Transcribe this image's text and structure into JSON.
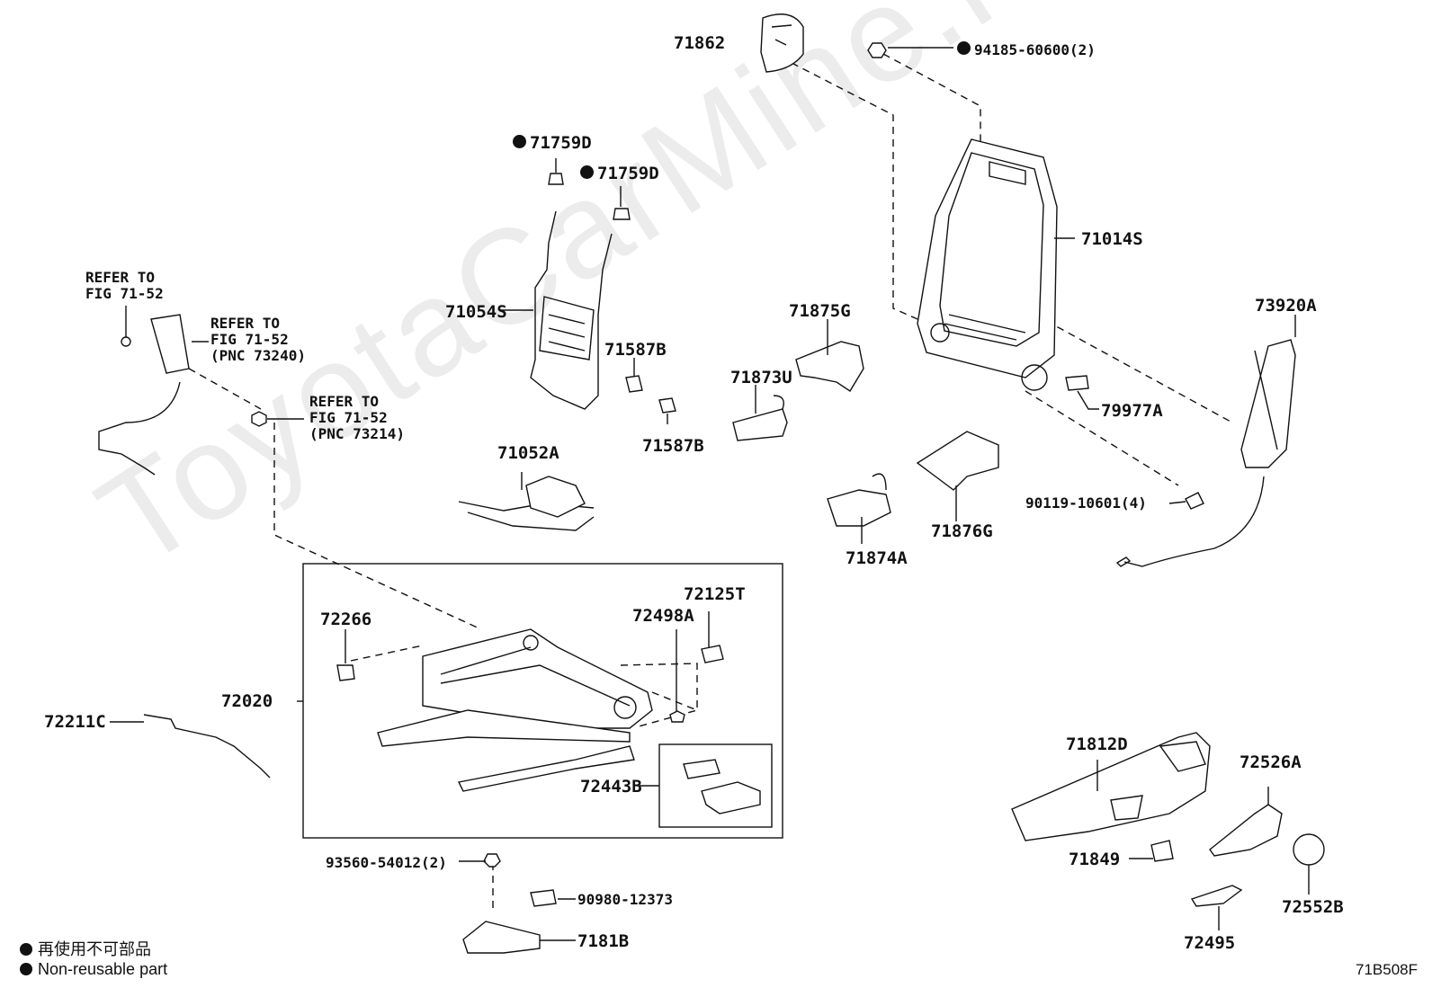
{
  "watermark": "ToyotaCarMine.ru",
  "figure_code": "71B508F",
  "legend": {
    "jp": "再使用不可部品",
    "en": "Non-reusable part"
  },
  "notes": {
    "refer_1": "REFER TO\nFIG 71-52",
    "refer_2": "REFER TO\nFIG 71-52\n(PNC 73240)",
    "refer_3": "REFER TO\nFIG 71-52\n(PNC 73214)"
  },
  "parts": {
    "p71862": "71862",
    "p94185": "94185-60600(2)",
    "p71759d_1": "71759D",
    "p71759d_2": "71759D",
    "p71014s": "71014S",
    "p71054s": "71054S",
    "p71587b_1": "71587B",
    "p71587b_2": "71587B",
    "p71875g": "71875G",
    "p71873u": "71873U",
    "p73920a": "73920A",
    "p79977a": "79977A",
    "p71052a": "71052A",
    "p90119": "90119-10601(4)",
    "p71876g": "71876G",
    "p71874a": "71874A",
    "p72125t": "72125T",
    "p72498a": "72498A",
    "p72266": "72266",
    "p72020": "72020",
    "p72211c": "72211C",
    "p72443b": "72443B",
    "p71812d": "71812D",
    "p72526a": "72526A",
    "p71849": "71849",
    "p72552b": "72552B",
    "p72495": "72495",
    "p93560": "93560-54012(2)",
    "p90980": "90980-12373",
    "p7181b": "7181B"
  }
}
